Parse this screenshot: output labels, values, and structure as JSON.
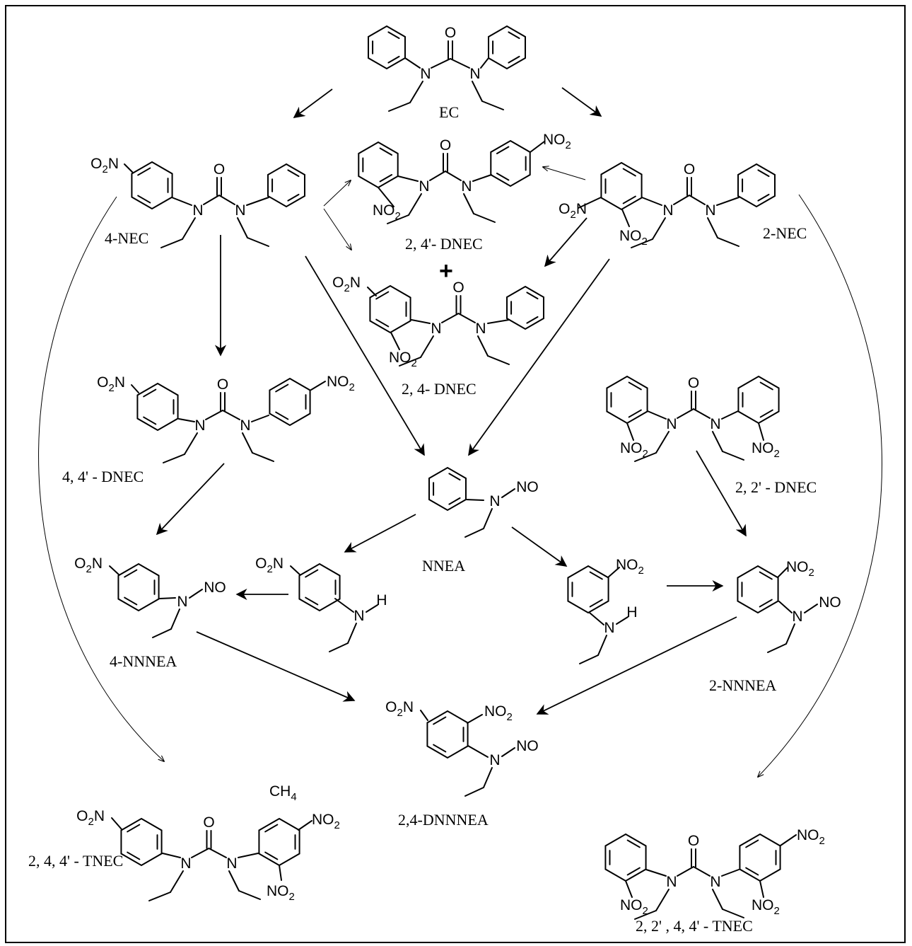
{
  "diagram": {
    "compounds": {
      "ec": "EC",
      "nec4": "4-NEC",
      "nec2": "2-NEC",
      "dnec24p": "2, 4'- DNEC",
      "dnec24": "2, 4- DNEC",
      "dnec44p": "4, 4' - DNEC",
      "dnec22p": "2, 2' - DNEC",
      "nnea": "NNEA",
      "nnnea4": "4-NNNEA",
      "nnnea2": "2-NNNEA",
      "dnnnea24": "2,4-DNNNEA",
      "tnec244p": "2, 4, 4' - TNEC",
      "tnec22p44p": "2, 2' , 4, 4' - TNEC"
    },
    "plus_sign": "+",
    "ch4": "CH",
    "ch4_sub": "4"
  }
}
